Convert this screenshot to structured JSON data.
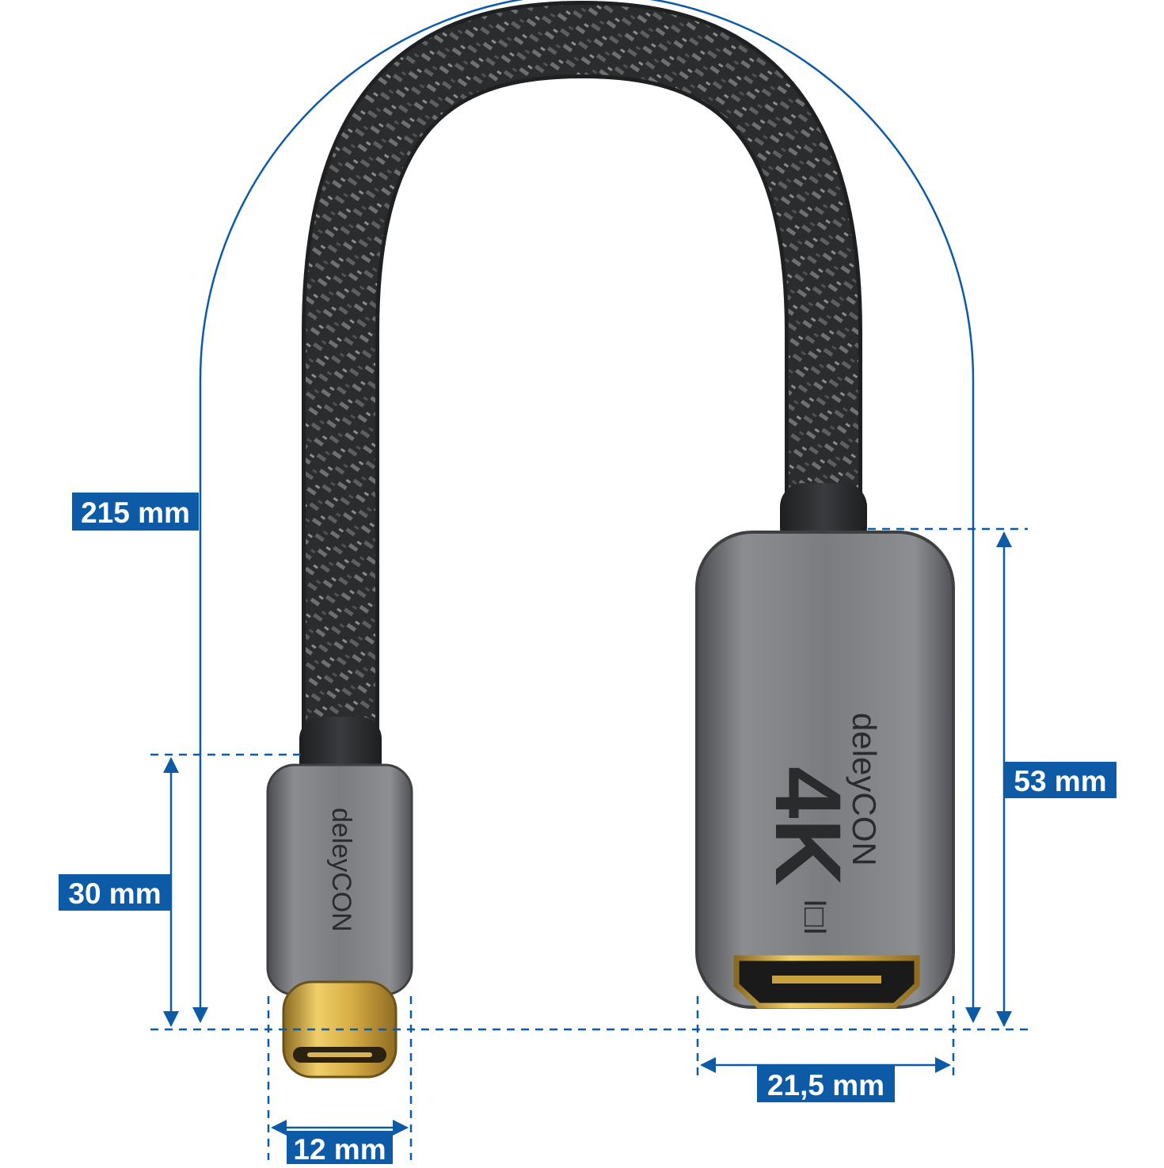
{
  "dimensions": {
    "total_length": "215 mm",
    "usb_c_length": "30 mm",
    "usb_c_width": "12 mm",
    "hdmi_length": "53 mm",
    "hdmi_width": "21,5 mm"
  },
  "product": {
    "brand_usb": "deleyCON",
    "brand_hdmi": "deleyCON",
    "resolution_badge": "4K",
    "hdmi_logo_glyph": "I□I"
  },
  "colors": {
    "dimension_blue": "#0d5aa7",
    "housing_gray": "#76787b",
    "braid_dark": "#2c2d2f",
    "gold": "#d8b04a"
  }
}
